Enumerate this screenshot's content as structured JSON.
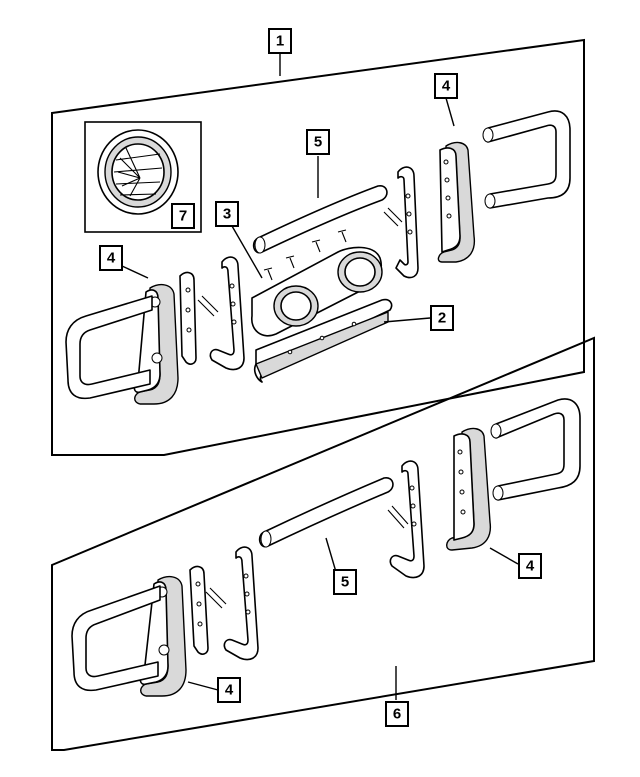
{
  "callouts": [
    {
      "id": "callout-1",
      "label": "1"
    },
    {
      "id": "callout-2",
      "label": "2"
    },
    {
      "id": "callout-3",
      "label": "3"
    },
    {
      "id": "callout-4-upper-right",
      "label": "4"
    },
    {
      "id": "callout-4-upper-left",
      "label": "4"
    },
    {
      "id": "callout-4-lower-right",
      "label": "4"
    },
    {
      "id": "callout-4-lower-left",
      "label": "4"
    },
    {
      "id": "callout-5-upper",
      "label": "5"
    },
    {
      "id": "callout-5-lower",
      "label": "5"
    },
    {
      "id": "callout-6",
      "label": "6"
    },
    {
      "id": "callout-7",
      "label": "7"
    }
  ],
  "colors": {
    "line": "#000000",
    "background": "#ffffff",
    "shade": "#d9d9d9"
  }
}
